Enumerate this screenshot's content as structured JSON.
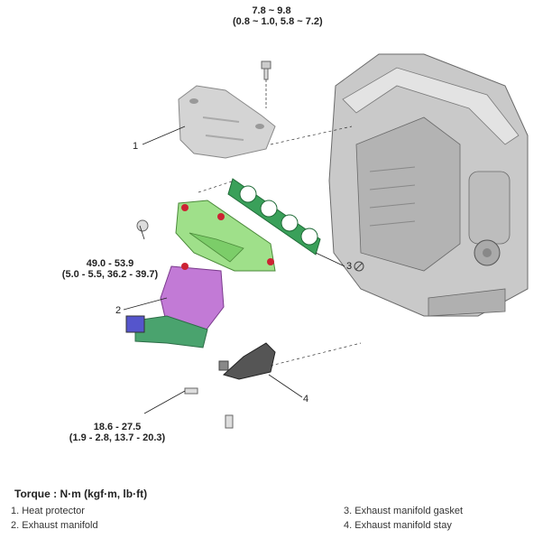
{
  "torque_specs": [
    {
      "id": "protector-bolt",
      "nm": "7.8 ~ 9.8",
      "alt": "(0.8 ~ 1.0, 5.8 ~ 7.2)"
    },
    {
      "id": "manifold-nut",
      "nm": "49.0 - 53.9",
      "alt": "(5.0 - 5.5, 36.2 - 39.7)"
    },
    {
      "id": "stay-bolt",
      "nm": "18.6 - 27.5",
      "alt": "(1.9 - 2.8, 13.7 - 20.3)"
    }
  ],
  "callouts": [
    "1",
    "2",
    "3",
    "4"
  ],
  "legend": {
    "title": "Torque : N·m (kgf·m, lb·ft)",
    "items": [
      "1. Heat protector",
      "2. Exhaust manifold",
      "3. Exhaust manifold gasket",
      "4. Exhaust manifold stay"
    ]
  },
  "colors": {
    "engine": "#c9c9c9",
    "manifold": "#9fe08a",
    "catalyst": "#c27ad6",
    "gasket": "#3aa05a",
    "heat_protector": "#d4d4d4",
    "stay": "#555555"
  }
}
